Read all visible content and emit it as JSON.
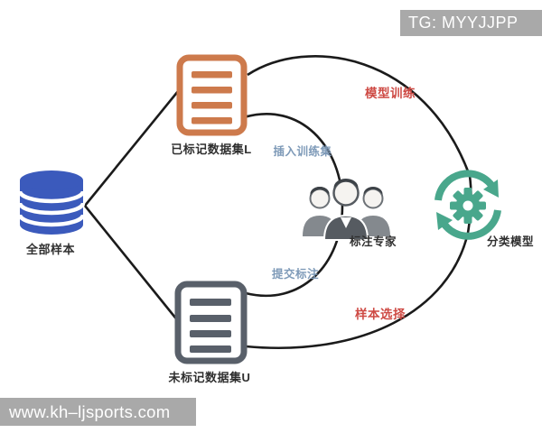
{
  "watermark_top": {
    "text": "TG: MYYJJPP"
  },
  "watermark_bottom": {
    "text": "www.kh–ljsports.com"
  },
  "nodes": {
    "database": {
      "label": "全部样本"
    },
    "labeled_dataset": {
      "label": "已标记数据集L"
    },
    "unlabeled_dataset": {
      "label": "未标记数据集U"
    },
    "experts": {
      "label": "标注专家"
    },
    "model": {
      "label": "分类模型"
    }
  },
  "edges": {
    "model_training": {
      "label": "模型训练",
      "color": "#ce4a44"
    },
    "sample_selection": {
      "label": "样本选择",
      "color": "#ce4a44"
    },
    "insert_training_set": {
      "label": "插入训练集",
      "color": "#7e9ab8"
    },
    "submit_annotation": {
      "label": "提交标注",
      "color": "#7e9ab8"
    }
  },
  "colors": {
    "database_blue": "#3b5abc",
    "doc_orange": "#cd7a4c",
    "doc_gray": "#59606a",
    "model_green": "#49a78c",
    "people_dark": "#565b61",
    "people_light": "#84898e",
    "line": "#1b1b1b",
    "watermark_bg": "#a9a9a9",
    "background": "#ffffff"
  }
}
